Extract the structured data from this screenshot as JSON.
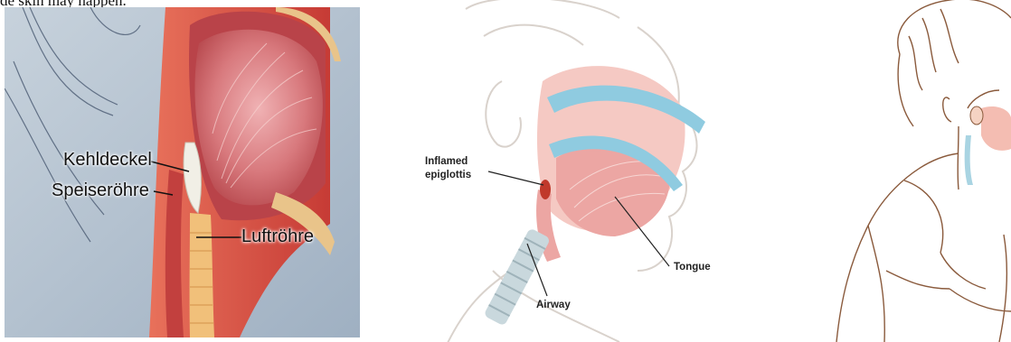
{
  "page": {
    "top_text": "de skin may happen."
  },
  "figure_left": {
    "labels": {
      "kehldeckel": "Kehldeckel",
      "speiseroehre": "Speiseröhre",
      "luftroehre": "Luftröhre"
    }
  },
  "figure_middle": {
    "labels": {
      "inflamed_line1": "Inflamed",
      "inflamed_line2": "epiglottis",
      "tongue": "Tongue",
      "airway": "Airway"
    }
  },
  "colors": {
    "background_blue": "#aebccb",
    "tissue_red": "#c94a45",
    "muscle_pink": "#d9868a",
    "airway_blue": "#8fcbe0",
    "sketch_brown": "#8a5a3c"
  }
}
